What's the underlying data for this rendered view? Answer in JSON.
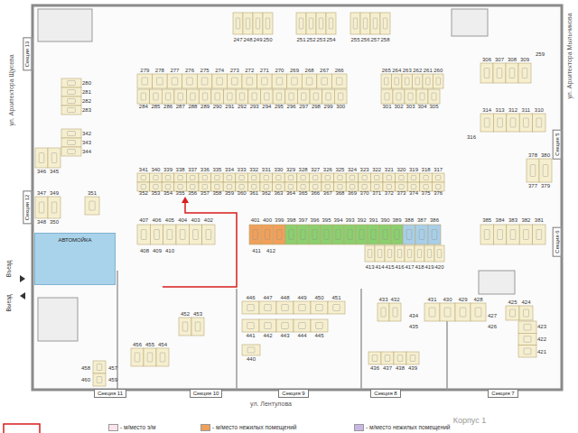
{
  "diagram": {
    "nodes": [
      {
        "text": [
          "Секция 13"
        ]
      },
      {
        "text": [
          "Секция 12"
        ]
      },
      {
        "text": [
          "АВТОМОЙКА"
        ]
      },
      {
        "text": [
          "Секция 11"
        ]
      },
      {
        "text": [
          "Секция 10"
        ]
      },
      {
        "text": [
          "Секция 9"
        ]
      },
      {
        "text": [
          "Секция 8"
        ]
      },
      {
        "text": [
          "Секция 7"
        ]
      },
      {
        "text": [
          "Секция 5"
        ]
      },
      {
        "text": [
          "Секция 6"
        ]
      }
    ],
    "labels": [
      "247",
      "248",
      "249",
      "250",
      "251",
      "252",
      "253",
      "254",
      "255",
      "256",
      "257",
      "258",
      "259",
      "279",
      "278",
      "277",
      "276",
      "275",
      "274",
      "273",
      "272",
      "271",
      "270",
      "269",
      "268",
      "267",
      "266",
      "265",
      "264",
      "263",
      "262",
      "261",
      "260",
      "284",
      "285",
      "286",
      "287",
      "288",
      "289",
      "290",
      "291",
      "292",
      "293",
      "294",
      "295",
      "296",
      "297",
      "298",
      "299",
      "300",
      "301",
      "302",
      "303",
      "304",
      "305",
      "306",
      "307",
      "308",
      "309",
      "280",
      "281",
      "282",
      "283",
      "342",
      "343",
      "344",
      "346",
      "345",
      "314",
      "313",
      "312",
      "311",
      "310",
      "316",
      "378",
      "380",
      "377",
      "379",
      "341",
      "340",
      "339",
      "338",
      "337",
      "336",
      "335",
      "334",
      "333",
      "332",
      "331",
      "330",
      "329",
      "328",
      "327",
      "326",
      "325",
      "324",
      "323",
      "322",
      "321",
      "320",
      "319",
      "318",
      "317",
      "352",
      "353",
      "354",
      "355",
      "356",
      "357",
      "358",
      "359",
      "360",
      "361",
      "362",
      "363",
      "364",
      "365",
      "366",
      "367",
      "368",
      "369",
      "370",
      "371",
      "372",
      "373",
      "374",
      "375",
      "376",
      "347",
      "349",
      "351",
      "348",
      "350",
      "407",
      "406",
      "405",
      "404",
      "403",
      "402",
      "401",
      "400",
      "399",
      "398",
      "397",
      "396",
      "395",
      "394",
      "393",
      "392",
      "391",
      "390",
      "389",
      "388",
      "387",
      "386",
      "385",
      "384",
      "383",
      "382",
      "381",
      "408",
      "409",
      "410",
      "411",
      "412",
      "413",
      "414",
      "415",
      "416",
      "417",
      "418",
      "419",
      "420",
      "452",
      "453",
      "456",
      "455",
      "454",
      "458",
      "457",
      "460",
      "459",
      "446",
      "447",
      "448",
      "449",
      "450",
      "451",
      "441",
      "442",
      "443",
      "444",
      "445",
      "440",
      "433",
      "432",
      "431",
      "430",
      "429",
      "428",
      "434",
      "435",
      "436",
      "437",
      "438",
      "439",
      "427",
      "426",
      "425",
      "424",
      "423",
      "422",
      "421",
      "ул. Архитектора Щусева",
      "ул. Архитектора Мыльникова",
      "Въезд",
      "Выезд",
      "ул. Лентулова",
      "Корпус 1"
    ],
    "legend": [
      {
        "text": "- м/место э/м",
        "color": "#fbe4ec"
      },
      {
        "text": "- м/место нежилых помещений",
        "color": "#f0a05a"
      },
      {
        "text": "- м/место нежилых помещений",
        "color": "#c9b6e4"
      }
    ]
  }
}
